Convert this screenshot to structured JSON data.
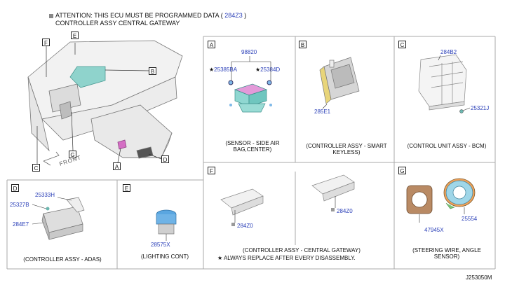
{
  "header": {
    "line1_prefix": "ATTENTION: THIS ECU MUST BE PROGRAMMED DATA (",
    "line1_part": "284Z3",
    "line1_suffix": ")",
    "line2": "CONTROLLER ASSY CENTRAL GATEWAY"
  },
  "overview": {
    "tags": [
      "E",
      "F",
      "B",
      "G",
      "C",
      "A",
      "D"
    ],
    "front_label": "FRONT"
  },
  "panel_a": {
    "tag": "A",
    "parts": [
      "98820",
      "25385BA",
      "25384D"
    ],
    "caption": "(SENSOR - SIDE AIR BAG,CENTER)"
  },
  "panel_b": {
    "tag": "B",
    "parts": [
      "285E1"
    ],
    "caption": "(CONTROLLER ASSY - SMART KEYLESS)"
  },
  "panel_c": {
    "tag": "C",
    "parts": [
      "284B2",
      "25321J"
    ],
    "caption": "(CONTROL UNIT ASSY - BCM)"
  },
  "panel_d": {
    "tag": "D",
    "parts": [
      "25333H",
      "25327B",
      "284E7"
    ],
    "caption": "(CONTROLLER ASSY - ADAS)"
  },
  "panel_e": {
    "tag": "E",
    "parts": [
      "28575X"
    ],
    "caption": "(LIGHTING CONT)"
  },
  "panel_f": {
    "tag": "F",
    "parts": [
      "284Z0",
      "284Z0"
    ],
    "caption": "(CONTROLLER ASSY - CENTRAL GATEWAY)",
    "note": "ALWAYS REPLACE AFTER EVERY DISASSEMBLY."
  },
  "panel_g": {
    "tag": "G",
    "parts": [
      "47945X",
      "25554"
    ],
    "caption": "(STEERING WIRE, ANGLE SENSOR)"
  },
  "footer": {
    "code": "J253050M"
  },
  "colors": {
    "part_number": "#2a3fb8",
    "teal": "#7fd3cf",
    "magenta": "#d46fc4",
    "yellow": "#e8d57a"
  }
}
